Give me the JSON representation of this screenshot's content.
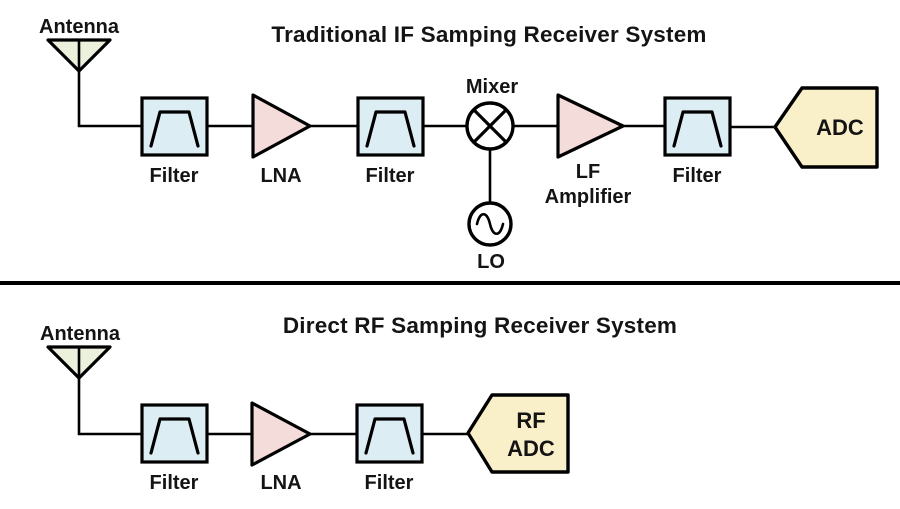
{
  "colors": {
    "background": "#ffffff",
    "outline": "#000000",
    "text": "#141414",
    "antenna_fill": "#ecf1de",
    "filter_fill": "#dcedf4",
    "amplifier_fill": "#f3dcda",
    "adc_fill": "#f9efc8",
    "mixer_fill": "#ffffff"
  },
  "top_system": {
    "title": "Traditional IF Samping Receiver System",
    "antenna_label": "Antenna",
    "filter1_label": "Filter",
    "lna_label": "LNA",
    "filter2_label": "Filter",
    "mixer_label": "Mixer",
    "lo_label": "LO",
    "amp_label_line1": "LF",
    "amp_label_line2": "Amplifier",
    "filter3_label": "Filter",
    "adc_label": "ADC",
    "signal_chain": [
      "Antenna",
      "Filter",
      "LNA",
      "Filter",
      "Mixer",
      "LF Amplifier",
      "Filter",
      "ADC"
    ],
    "mixer_input": "LO"
  },
  "bottom_system": {
    "title": "Direct RF Samping Receiver System",
    "antenna_label": "Antenna",
    "filter1_label": "Filter",
    "lna_label": "LNA",
    "filter2_label": "Filter",
    "adc_label_line1": "RF",
    "adc_label_line2": "ADC",
    "signal_chain": [
      "Antenna",
      "Filter",
      "LNA",
      "Filter",
      "RF ADC"
    ]
  }
}
